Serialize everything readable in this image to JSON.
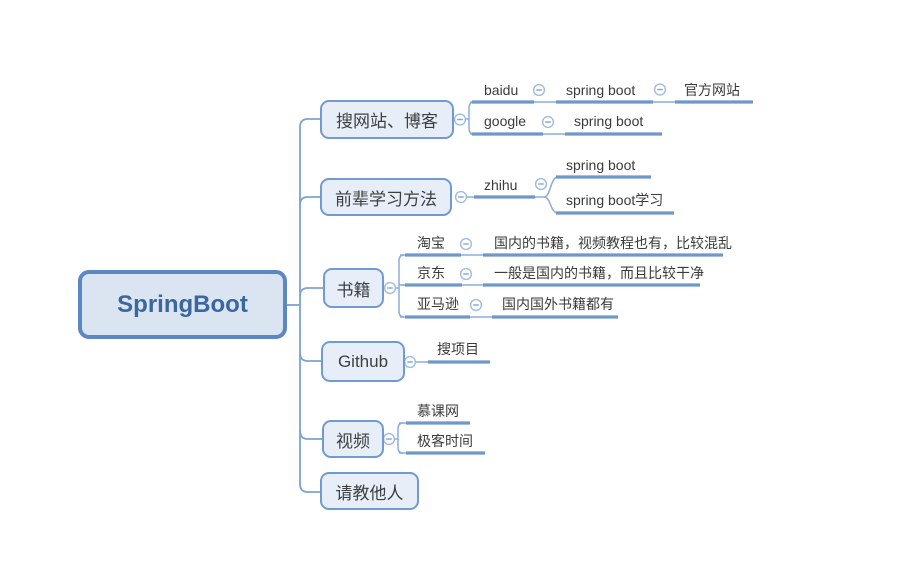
{
  "root": {
    "label": "SpringBoot"
  },
  "branches": [
    {
      "label": "搜网站、博客",
      "children": [
        {
          "label": "baidu",
          "children": [
            {
              "label": "spring boot",
              "children": [
                {
                  "label": "官方网站",
                  "children": []
                }
              ]
            }
          ]
        },
        {
          "label": "google",
          "children": [
            {
              "label": "spring boot",
              "children": []
            }
          ]
        }
      ]
    },
    {
      "label": "前辈学习方法",
      "children": [
        {
          "label": "zhihu",
          "children": [
            {
              "label": "spring boot",
              "children": []
            },
            {
              "label": "spring boot学习",
              "children": []
            }
          ]
        }
      ]
    },
    {
      "label": "书籍",
      "children": [
        {
          "label": "淘宝",
          "children": [
            {
              "label": "国内的书籍，视频教程也有，比较混乱",
              "children": []
            }
          ]
        },
        {
          "label": "京东",
          "children": [
            {
              "label": "一般是国内的书籍，而且比较干净",
              "children": []
            }
          ]
        },
        {
          "label": "亚马逊",
          "children": [
            {
              "label": "国内国外书籍都有",
              "children": []
            }
          ]
        }
      ]
    },
    {
      "label": "Github",
      "children": [
        {
          "label": "搜项目",
          "children": []
        }
      ]
    },
    {
      "label": "视频",
      "children": [
        {
          "label": "慕课网",
          "children": []
        },
        {
          "label": "极客时间",
          "children": []
        }
      ]
    },
    {
      "label": "请教他人",
      "children": []
    }
  ],
  "icons": {
    "collapse": "minus-circle-icon"
  },
  "colors": {
    "background": "#ffffff",
    "root_fill": "#dbe5f1",
    "root_border": "#5b87c5",
    "root_text": "#3b67a0",
    "node_fill": "#e7eef7",
    "node_border": "#6f9bd1",
    "topic_text": "#3b3b3b",
    "line_thick": "#6f98ca",
    "line_thin": "#8aaed8",
    "collapse_ring": "#9fbbdf"
  }
}
